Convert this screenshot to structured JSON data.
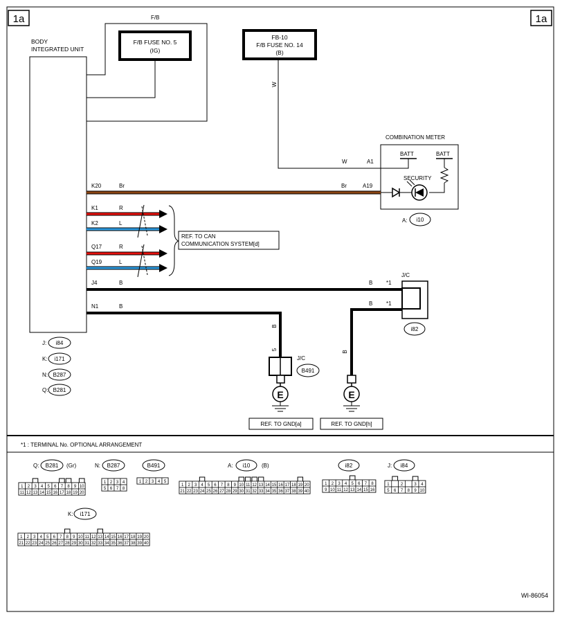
{
  "page_marker": "1a",
  "body_unit": {
    "line1": "BODY",
    "line2": "INTEGRATED UNIT"
  },
  "fb_label": "F/B",
  "fuse5": {
    "line1": "F/B FUSE NO. 5",
    "line2": "(IG)"
  },
  "fuse14": {
    "line1": "FB-10",
    "line2": "F/B FUSE NO. 14",
    "line3": "(B)"
  },
  "combination_meter": {
    "title": "COMBINATION METER",
    "batt": "BATT",
    "security": "SECURITY",
    "conn_prefix": "A:",
    "conn_id": "i10"
  },
  "wires": {
    "fuse_wire": "W",
    "a1_color": "W",
    "a1_term": "A1",
    "k20": "K20",
    "k20_color": "Br",
    "a19_color": "Br",
    "a19_term": "A19",
    "k1": "K1",
    "k1_color": "R",
    "k2": "K2",
    "k2_color": "L",
    "q17": "Q17",
    "q17_color": "R",
    "q19": "Q19",
    "q19_color": "L",
    "j4": "J4",
    "j4_color": "B",
    "n1": "N1",
    "n1_color": "B",
    "jc_in1_color": "B",
    "jc_in1_term": "*1",
    "jc_in2_color": "B",
    "jc_in2_term": "*1",
    "b491_wire_color": "B",
    "b491_wire_num": "5",
    "i82_drop_color": "B"
  },
  "colors": {
    "brown": "#8B4513",
    "red": "#E8120E",
    "blue": "#2E9BE0"
  },
  "can_ref": {
    "line1": "REF. TO CAN",
    "line2": "COMMUNICATION SYSTEM[d]"
  },
  "jc_i82": {
    "label": "J/C",
    "conn": "i82"
  },
  "jc_b491": {
    "label": "J/C",
    "conn": "B491"
  },
  "ground_symbol": "E",
  "gnd_refs": [
    "REF. TO GND[a]",
    "REF. TO GND[h]"
  ],
  "connector_legend": [
    {
      "prefix": "J:",
      "id": "i84"
    },
    {
      "prefix": "K:",
      "id": "i171"
    },
    {
      "prefix": "N:",
      "id": "B287"
    },
    {
      "prefix": "Q:",
      "id": "B281"
    }
  ],
  "footnote": "*1  : TERMINAL No. OPTIONAL ARRANGEMENT",
  "connector_faces": {
    "b281": {
      "prefix": "Q:",
      "id": "B281",
      "suffix": "(Gr)",
      "top": [
        1,
        2,
        3,
        4,
        5,
        6,
        7,
        8,
        9,
        10
      ],
      "bottom": [
        11,
        12,
        13,
        14,
        15,
        16,
        17,
        18,
        19,
        20
      ]
    },
    "b287": {
      "prefix": "N:",
      "id": "B287",
      "top": [
        1,
        2,
        3,
        4
      ],
      "bottom": [
        5,
        6,
        7,
        8
      ]
    },
    "b491": {
      "id": "B491",
      "top": [
        1,
        2,
        3,
        4,
        5
      ]
    },
    "i10": {
      "prefix": "A:",
      "id": "i10",
      "suffix": "(B)",
      "top": [
        1,
        2,
        3,
        4,
        5,
        6,
        7,
        8,
        9,
        10,
        11,
        12,
        13,
        14,
        15,
        16,
        17,
        18,
        19,
        20
      ],
      "bottom": [
        21,
        22,
        23,
        24,
        25,
        26,
        27,
        28,
        29,
        30,
        31,
        32,
        33,
        34,
        35,
        36,
        37,
        38,
        39,
        40
      ]
    },
    "i82": {
      "id": "i82",
      "top": [
        1,
        2,
        3,
        4,
        5,
        6,
        7,
        8
      ],
      "bottom": [
        9,
        10,
        11,
        12,
        13,
        14,
        15,
        16
      ]
    },
    "i84": {
      "prefix": "J:",
      "id": "i84",
      "top": [
        1,
        "",
        2,
        "",
        3,
        4
      ],
      "bottom": [
        5,
        6,
        7,
        8,
        9,
        10
      ]
    },
    "i171": {
      "prefix": "K:",
      "id": "i171",
      "top": [
        1,
        2,
        3,
        4,
        5,
        6,
        7,
        8,
        9,
        10,
        11,
        12,
        13,
        14,
        15,
        16,
        17,
        18,
        19,
        20
      ],
      "bottom": [
        21,
        22,
        23,
        24,
        25,
        26,
        27,
        28,
        29,
        30,
        31,
        32,
        33,
        34,
        35,
        36,
        37,
        38,
        39,
        40
      ]
    }
  },
  "doc_id": "WI-86054"
}
